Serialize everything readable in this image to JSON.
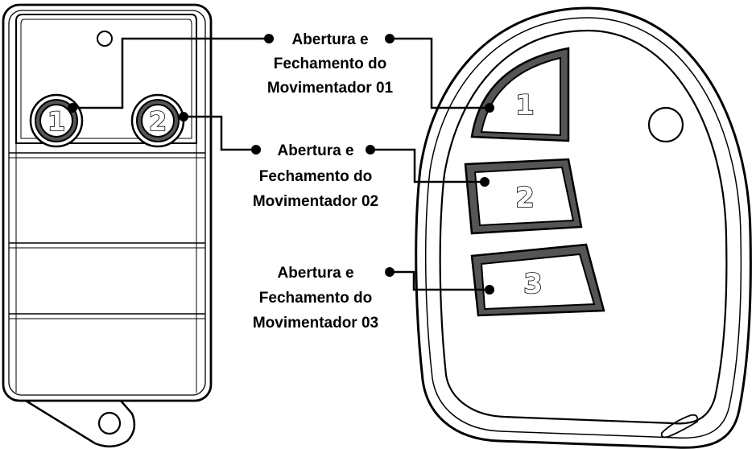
{
  "remote_left": {
    "buttons": [
      "1",
      "2"
    ]
  },
  "remote_right": {
    "buttons": [
      "1",
      "2",
      "3"
    ]
  },
  "labels": [
    {
      "line1": "Abertura e",
      "line2": "Fechamento do",
      "line3": "Movimentador 01"
    },
    {
      "line1": "Abertura e",
      "line2": "Fechamento do",
      "line3": "Movimentador 02"
    },
    {
      "line1": "Abertura e",
      "line2": "Fechamento do",
      "line3": "Movimentador 03"
    }
  ]
}
